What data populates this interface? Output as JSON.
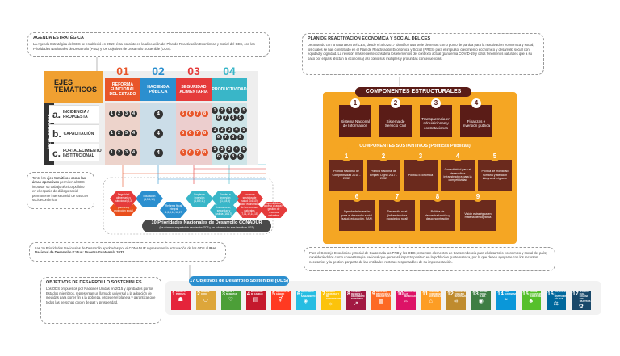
{
  "agenda": {
    "title": "AGENDA ESTRATÉGICA",
    "text": "La Agenda Estratégica del CES se estableció en 2019, ésta consiste en la alineación del Plan de Reactivación Económica y Social del CES, con las Prioridades Nacionales de Desarrollo (PND) y los Objetivos de Desarrollo Sostenible (ODS)."
  },
  "plan": {
    "title": "PLAN DE REACTIVACIÓN ECONÓMICA Y SOCIAL DEL CES",
    "text": "De acuerdo con la naturaleza del CES, desde el año 2017 identificó una serie de temas como punto de partida para la reactivación económica y social, los cuales se han constituido en el Plan de Reactivación Económica y Social (PRES) para el impulso, crecimiento económico y desarrollo social con equidad y dignidad. La revisión más reciente considera los elementos del contexto actual (pandemia COVID-19 y otros fenómenos naturales que a su paso por el país afectan la economía) así como sus múltiples y profundas consecuencias."
  },
  "matrix": {
    "ejes": "EJES TEMÁTICOS",
    "areas": "ÁREAS OPERATIVAS",
    "columns": [
      {
        "num": "01",
        "label": "REFORMA FUNCIONAL DEL ESTADO",
        "color": "#e8562a"
      },
      {
        "num": "02",
        "label": "HACIENDA PÚBLICA",
        "color": "#2b8fcf"
      },
      {
        "num": "03",
        "label": "SEGURIDAD ALIMENTARIA",
        "color": "#e53b3b"
      },
      {
        "num": "04",
        "label": "PRODUCTIVIDAD",
        "color": "#39b6c8"
      }
    ],
    "rows": [
      {
        "letter": "a.",
        "label": "INCIDENCIA / PROPUESTA"
      },
      {
        "letter": "b.",
        "label": "CAPACITACIÓN"
      },
      {
        "letter": "c.",
        "label": "FORTALECIMIENTO INSTITUCIONAL"
      }
    ],
    "cells": [
      [
        [
          "1",
          "2",
          "3",
          "4"
        ],
        [
          "4"
        ],
        [
          "5",
          "6",
          "7",
          "8"
        ],
        [
          "1",
          "2",
          "3",
          "4",
          "5",
          "6",
          "7",
          "8",
          "9"
        ]
      ],
      [
        [
          "1",
          "2",
          "3",
          "4"
        ],
        [
          "4"
        ],
        [
          "5",
          "6",
          "7",
          "8"
        ],
        [
          "1",
          "2",
          "3",
          "4",
          "5",
          "6",
          "7",
          "8",
          "9"
        ]
      ],
      [
        [
          "1",
          "2",
          "3",
          "4"
        ],
        [
          "4"
        ],
        [
          "5",
          "6",
          "7",
          "8"
        ],
        [
          "1",
          "2",
          "3",
          "4",
          "5",
          "6",
          "7",
          "8",
          "9"
        ]
      ]
    ]
  },
  "ejes_note": {
    "pre": "Tanto los ",
    "strong": "ejes temáticos como las áreas operativas",
    "post": " permiten al CES impulsar su trabajo técnico-político en el espacio de diálogo social permanente intersectorial de carácter socioeconómico."
  },
  "hexes": [
    {
      "label": "Reducción de la pobreza y protección social",
      "color": "#e94e1b"
    },
    {
      "label": "Educación (4,5,6,10)",
      "color": "#2b8fcf"
    },
    {
      "label": "Reforma fiscal integral (1,5,8,10,16,17)",
      "color": "#2b8fcf"
    },
    {
      "label": "Empleo e inversión (1,8,9,11)",
      "color": "#39b6c8"
    },
    {
      "label": "Fortalecimiento institucional, seguridad y justicia (16,17)",
      "color": "#39b6c8"
    },
    {
      "label": "Acceso a servicios de salud (3,6,10)",
      "color": "#e53b3b"
    },
    {
      "label": "Disponibilidad y acceso al agua y gestión de recursos naturales",
      "color": "#e53b3b"
    },
    {
      "label": "Valor económico de los recursos naturales (7,11,12,14,15)",
      "color": "#e53b3b"
    },
    {
      "label": "Empleo e inversión (1,5,8,9)",
      "color": "#39b6c8"
    },
    {
      "label": "Seguridad alimentaria y nutricional (2,3)",
      "color": "#e53b3b"
    }
  ],
  "conadur": {
    "title": "10 Prioridades Nacionales de Desarrollo CONADUR",
    "sub": "(los números se parénteis asocian los ODS y los colores a los ejes temáticos CES)"
  },
  "pnd_note": {
    "text": "Las 10 Prioridades Nacionales de Desarrollo aprobadas por el CONADUR representan la articulación de los ODS al ",
    "strong": "Plan Nacional de Desarrollo K'atun: Nuestra Guatemala 2032."
  },
  "estructurales": {
    "title": "COMPONENTES ESTRUCTURALES",
    "items": [
      {
        "num": "1",
        "label": "Sistema Nacional de Información"
      },
      {
        "num": "2",
        "label": "Sistema de Servicio Civil"
      },
      {
        "num": "3",
        "label": "Transparencia en adquisiciones y contrataciones"
      },
      {
        "num": "4",
        "label": "Finanzas e inversión pública"
      }
    ]
  },
  "sustantivos": {
    "title": "COMPONENTES SUSTANTIVOS (Políticas Públicas)",
    "items": [
      {
        "num": "1",
        "label": "Política Nacional de Competitividad 2018 - 2032"
      },
      {
        "num": "2",
        "label": "Política Nacional de Empleo Digno 2017 - 2032"
      },
      {
        "num": "3",
        "label": "Política Económica"
      },
      {
        "num": "4",
        "label": "Conectividad para el desarrollo e infraestructura para la competitividad"
      },
      {
        "num": "5",
        "label": "Política de movilidad humana y atención integral al migrante"
      },
      {
        "num": "6",
        "label": "Agenda de inversión para el desarrollo social (salud, educación, SAN)"
      },
      {
        "num": "7",
        "label": "Desarrollo rural (infraestructura económica rural)"
      },
      {
        "num": "8",
        "label": "Política de descentralización y desconcentración"
      },
      {
        "num": "9",
        "label": "Visión estratégica en materia demográfica"
      }
    ]
  },
  "ces_note": {
    "text": "Para el Consejo Económico y Social de Guatemala las PND y los ODS presentan elementos de transcendencia para el desarrollo económico y social del país; considerándolos como una estrategia nacional que generará impacto positivo en la población guatemalteca, por lo que deben apoyarse con los recursos necesarios y la gestión por parte de las entidades rectoras responsables de su implementación."
  },
  "ods_note": {
    "title": "OBJETIVOS DE DESARROLLO SOSTENIBLES",
    "text": "Los ODS propuestos por Naciones Unidas en 2015 y aprobados por los Estados miembros, representan un llamado universal a la adopción de medidas para poner fin a la pobreza, proteger el planeta y garantizar que todas las personas gocen de paz y prosperidad."
  },
  "ods_banner": "17 Objetivos de Desarrollo Sostenible (ODS)",
  "ods": [
    {
      "n": "1",
      "label": "FIN DE LA POBREZA",
      "color": "#e5243b",
      "icon": "☗"
    },
    {
      "n": "2",
      "label": "HAMBRE CERO",
      "color": "#dda63a",
      "icon": "◡"
    },
    {
      "n": "3",
      "label": "SALUD Y BIENESTAR",
      "color": "#4c9f38",
      "icon": "♡"
    },
    {
      "n": "4",
      "label": "EDUCACIÓN DE CALIDAD",
      "color": "#c5192d",
      "icon": "▤"
    },
    {
      "n": "5",
      "label": "IGUALDAD DE GÉNERO",
      "color": "#ff3a21",
      "icon": "⚥"
    },
    {
      "n": "6",
      "label": "AGUA LIMPIA Y SANEAMIENTO",
      "color": "#26bde2",
      "icon": "◈"
    },
    {
      "n": "7",
      "label": "ENERGÍA ASEQUIBLE Y NO CONTAMINANTE",
      "color": "#fcc30b",
      "icon": "☼"
    },
    {
      "n": "8",
      "label": "TRABAJO DECENTE Y CRECIMIENTO ECONÓMICO",
      "color": "#a21942",
      "icon": "↗"
    },
    {
      "n": "9",
      "label": "INDUSTRIA, INNOVACIÓN E INFRAESTRUCTURA",
      "color": "#fd6925",
      "icon": "▦"
    },
    {
      "n": "10",
      "label": "REDUCCIÓN DE LAS DESIGUALDADES",
      "color": "#dd1367",
      "icon": "⇔"
    },
    {
      "n": "11",
      "label": "CIUDADES Y COMUNIDADES SOSTENIBLES",
      "color": "#fd9d24",
      "icon": "⌂"
    },
    {
      "n": "12",
      "label": "PRODUCCIÓN Y CONSUMO RESPONSABLES",
      "color": "#bf8b2e",
      "icon": "∞"
    },
    {
      "n": "13",
      "label": "ACCIÓN POR EL CLIMA",
      "color": "#3f7e44",
      "icon": "◉"
    },
    {
      "n": "14",
      "label": "VIDA SUBMARINA",
      "color": "#0a97d9",
      "icon": "≈"
    },
    {
      "n": "15",
      "label": "VIDA DE ECOSISTEMAS TERRESTRES",
      "color": "#56c02b",
      "icon": "♣"
    },
    {
      "n": "16",
      "label": "PAZ, JUSTICIA E INSTITUCIONES SÓLIDAS",
      "color": "#00689d",
      "icon": "⚖"
    },
    {
      "n": "17",
      "label": "ALIANZAS PARA LOGRAR LOS OBJETIVOS",
      "color": "#19486a",
      "icon": "✿"
    }
  ]
}
